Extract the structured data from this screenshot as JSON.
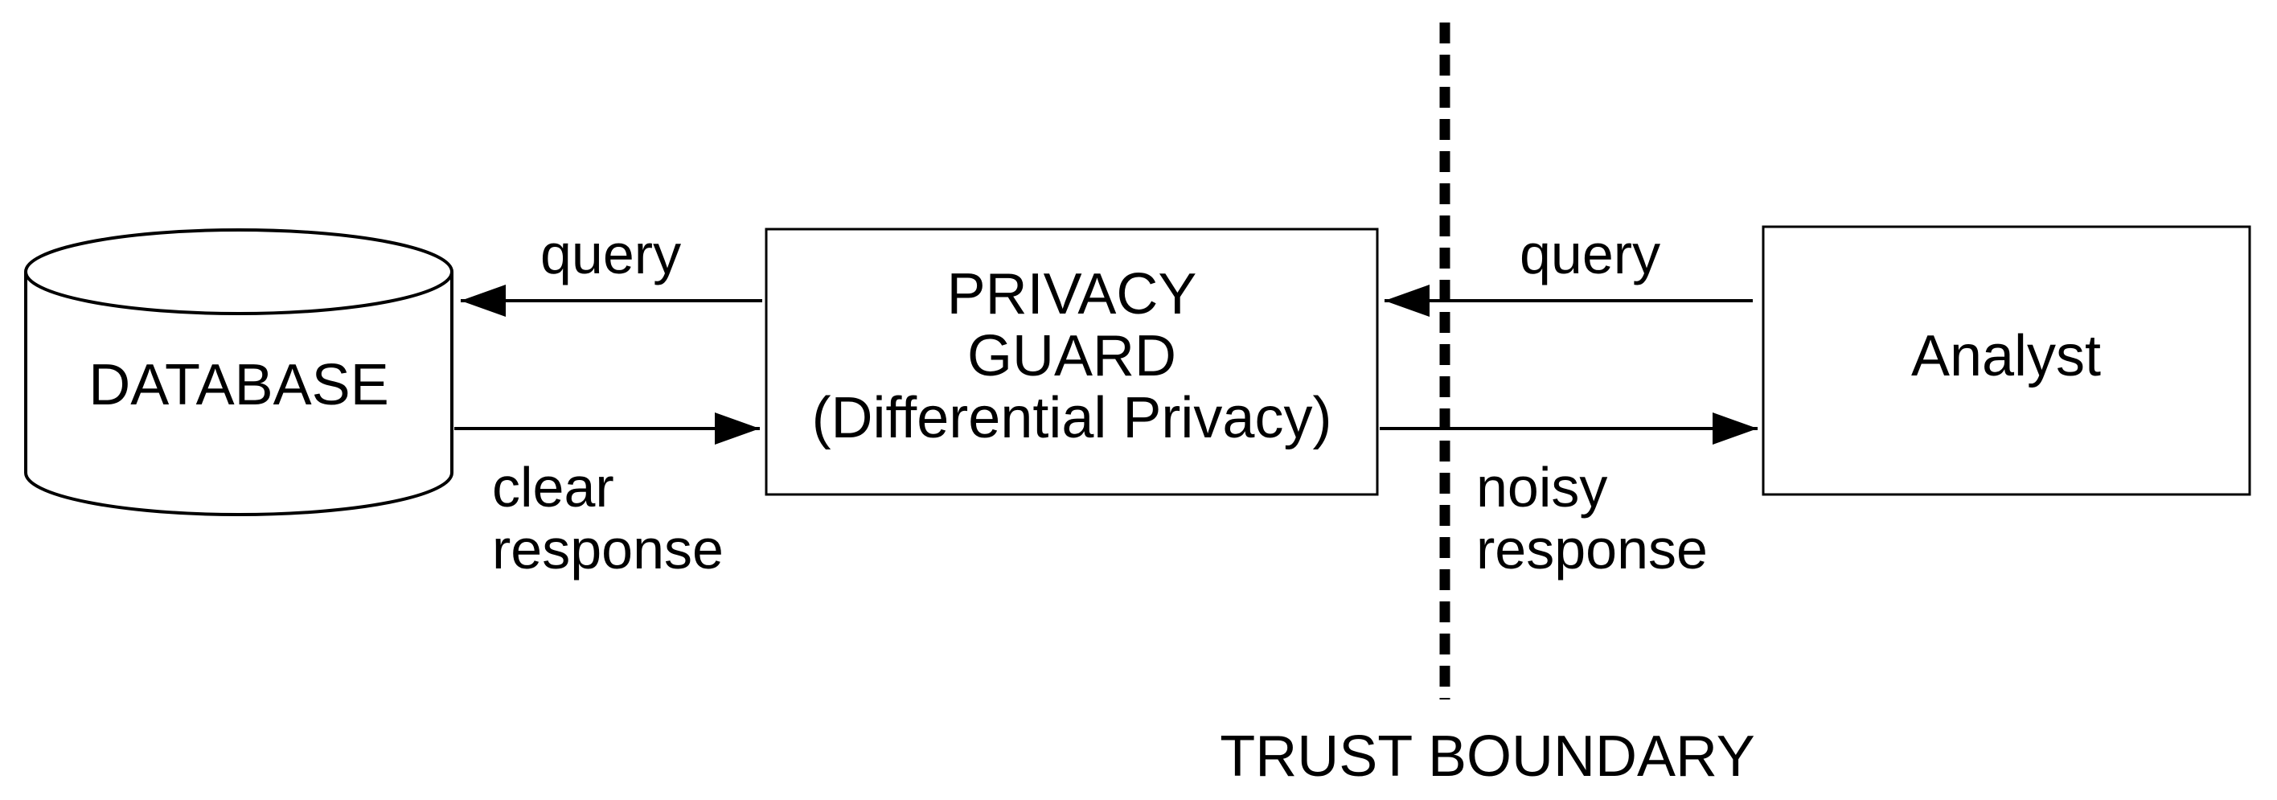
{
  "nodes": {
    "database": {
      "label": "DATABASE"
    },
    "privacy_guard": {
      "lines": [
        "PRIVACY",
        "GUARD",
        "(Differential Privacy)"
      ]
    },
    "analyst": {
      "label": "Analyst"
    }
  },
  "edges": {
    "guard_to_db": {
      "label_lines": [
        "query"
      ]
    },
    "db_to_guard": {
      "label_lines": [
        "clear",
        "response"
      ]
    },
    "analyst_to_guard": {
      "label_lines": [
        "query"
      ]
    },
    "guard_to_analyst": {
      "label_lines": [
        "noisy",
        "response"
      ]
    }
  },
  "boundary": {
    "label": "TRUST BOUNDARY"
  }
}
